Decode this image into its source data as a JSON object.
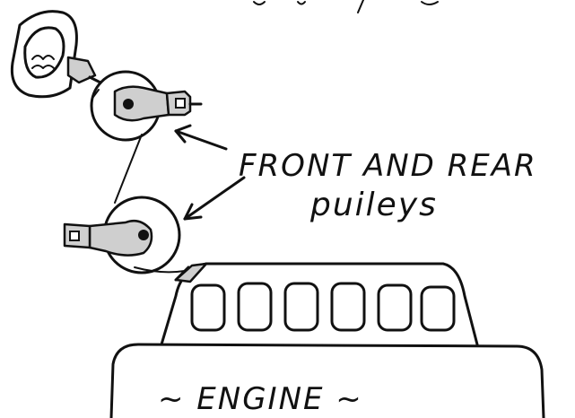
{
  "labels": {
    "pulleys_line1": "FRONT AND REAR",
    "pulleys_line2": "puileys",
    "engine": "~ ENGINE ~"
  },
  "colors": {
    "ink": "#111111",
    "shading": "#cfcfcf",
    "paper": "#ffffff"
  }
}
